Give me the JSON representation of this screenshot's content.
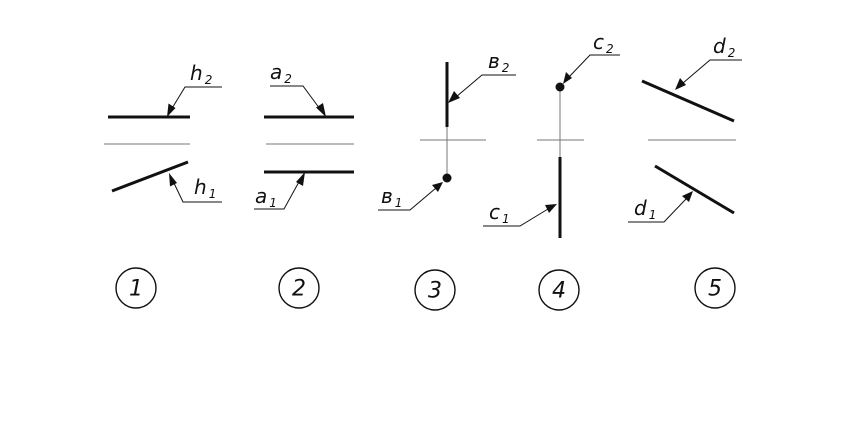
{
  "diagrams": [
    {
      "number": "1",
      "top": {
        "letter": "h",
        "index": "2"
      },
      "bottom": {
        "letter": "h",
        "index": "1"
      }
    },
    {
      "number": "2",
      "top": {
        "letter": "a",
        "index": "2"
      },
      "bottom": {
        "letter": "a",
        "index": "1"
      }
    },
    {
      "number": "3",
      "top": {
        "letter": "в",
        "index": "2"
      },
      "bottom": {
        "letter": "в",
        "index": "1"
      }
    },
    {
      "number": "4",
      "top": {
        "letter": "c",
        "index": "2"
      },
      "bottom": {
        "letter": "c",
        "index": "1"
      }
    },
    {
      "number": "5",
      "top": {
        "letter": "d",
        "index": "2"
      },
      "bottom": {
        "letter": "d",
        "index": "1"
      }
    }
  ],
  "colors": {
    "ink": "#111111",
    "axis": "#777777",
    "background": "#ffffff"
  }
}
